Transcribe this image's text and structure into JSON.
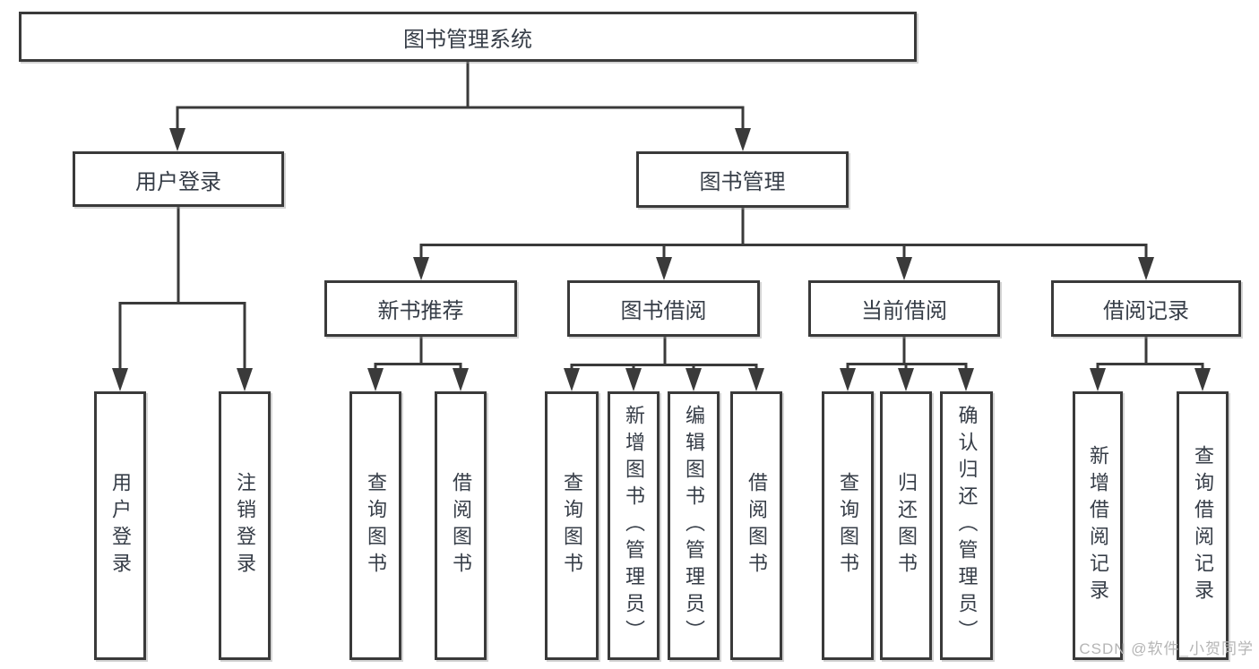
{
  "tree": {
    "label": "图书管理系统",
    "children": [
      {
        "label": "用户登录",
        "children": [
          {
            "label": "用户登录"
          },
          {
            "label": "注销登录"
          }
        ]
      },
      {
        "label": "图书管理",
        "children": [
          {
            "label": "新书推荐",
            "children": [
              {
                "label": "查询图书"
              },
              {
                "label": "借阅图书"
              }
            ]
          },
          {
            "label": "图书借阅",
            "children": [
              {
                "label": "查询图书"
              },
              {
                "label": "新增图书（管理员）"
              },
              {
                "label": "编辑图书（管理员）"
              },
              {
                "label": "借阅图书"
              }
            ]
          },
          {
            "label": "当前借阅",
            "children": [
              {
                "label": "查询图书"
              },
              {
                "label": "归还图书"
              },
              {
                "label": "确认归还（管理员）"
              }
            ]
          },
          {
            "label": "借阅记录",
            "children": [
              {
                "label": "新增借阅记录"
              },
              {
                "label": "查询借阅记录"
              }
            ]
          }
        ]
      }
    ]
  },
  "watermark": "CSDN @软件_小贺同学",
  "colors": {
    "line": "#3a3a3a",
    "box_border": "#3a3a3a",
    "box_fill": "#ffffff",
    "text": "#363d47",
    "watermark": "#b5b5b5",
    "background": "#ffffff"
  }
}
